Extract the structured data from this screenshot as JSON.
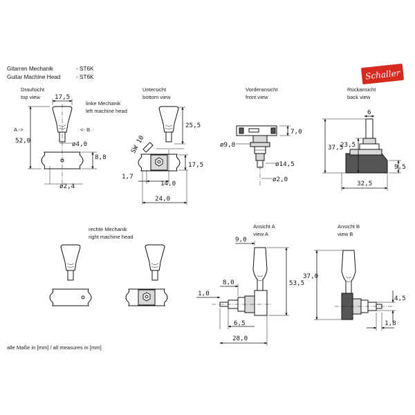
{
  "header": {
    "line1_label": "Gitarren Mechanik",
    "line1_model": "- ST6K",
    "line2_label": "Guitar Machine Head",
    "line2_model": "- ST6K",
    "logo_text": "Schaller",
    "logo_color": "#d62a1e"
  },
  "views": {
    "top": {
      "title_de": "Draufsicht",
      "title_en": "top view"
    },
    "bottom": {
      "title_de": "Untersicht",
      "title_en": "bottom view"
    },
    "front": {
      "title_de": "Vorderansicht",
      "title_en": "front view"
    },
    "back": {
      "title_de": "Rückansicht",
      "title_en": "back view"
    },
    "left_head": {
      "title_de": "linke Mechanik",
      "title_en": "left machine head"
    },
    "right_head": {
      "title_de": "rechte Mechanik",
      "title_en": "right machine head"
    },
    "view_a": {
      "title_de": "Ansicht A",
      "title_en": "view A"
    },
    "view_b": {
      "title_de": "Ansicht B",
      "title_en": "view B"
    }
  },
  "arrows": {
    "a": "A ->",
    "b": "<- B"
  },
  "dims": {
    "top_width": "17,5",
    "top_height": "52,0",
    "top_shaft": "ø4,0",
    "top_plate": "8,8",
    "top_hole": "ø2,4",
    "bottom_button": "25,5",
    "bottom_sw": "SW 10",
    "bottom_plate": "17,5",
    "bottom_off": "1,7",
    "bottom_14": "14,0",
    "bottom_24": "24,0",
    "front_7": "7,0",
    "front_d98": "ø9,8",
    "front_d145": "ø14,5",
    "front_d2": "ø2,0",
    "back_6": "6",
    "back_235": "23,5",
    "back_375": "37,5",
    "back_95": "9,5",
    "back_325": "32,5",
    "a_9": "9,0",
    "a_8": "8,0",
    "a_1": "1,0",
    "a_535": "53,5",
    "a_65": "6,5",
    "a_28": "28,0",
    "b_37": "37,0",
    "b_45": "4,5",
    "b_18": "1,8"
  },
  "footer": {
    "note": "alle Maße in [mm]   /   all measures in [mm]"
  }
}
